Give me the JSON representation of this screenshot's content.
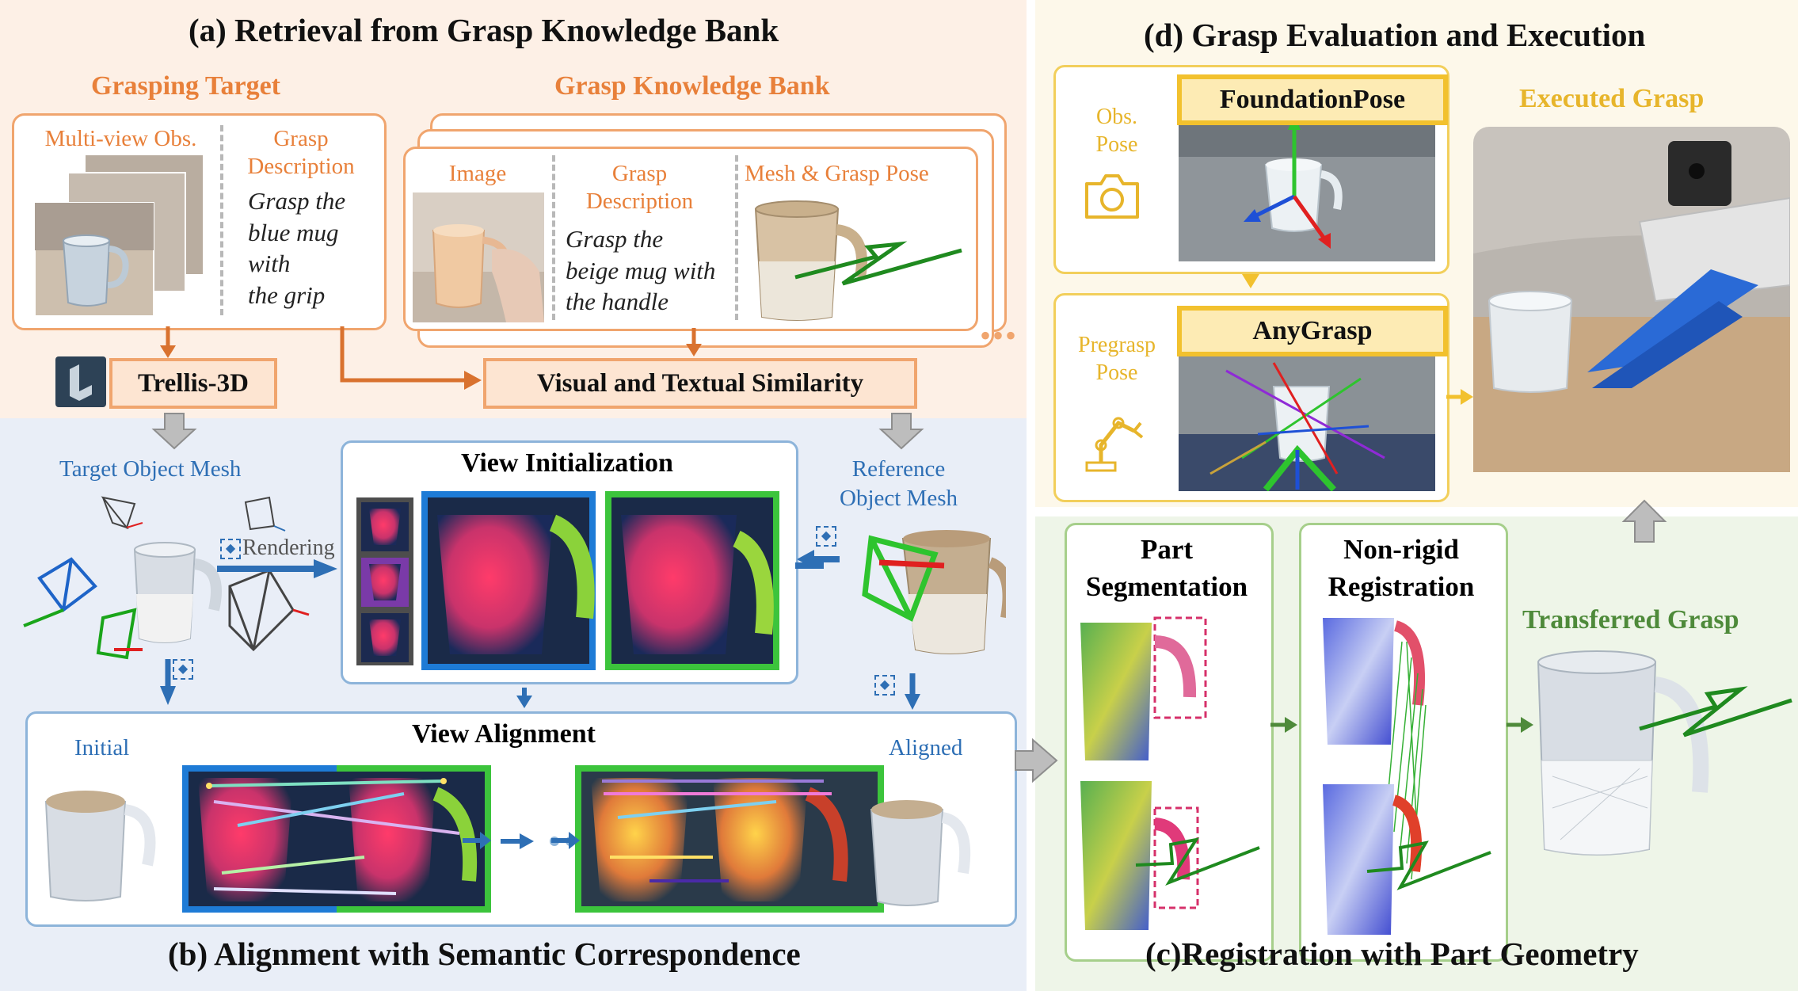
{
  "panel_a": {
    "title": "(a) Retrieval from Grasp Knowledge Bank",
    "grasping_target": "Grasping Target",
    "knowledge_bank": "Grasp Knowledge Bank",
    "multiview_label": "Multi-view Obs.",
    "grasp_desc_label_line1": "Grasp",
    "grasp_desc_label_line2": "Description",
    "target_desc_lines": [
      "Grasp the",
      "blue mug",
      "with",
      "the grip"
    ],
    "image_label": "Image",
    "bank_desc_label_line1": "Grasp",
    "bank_desc_label_line2": "Description",
    "bank_desc_lines": [
      "Grasp the",
      "beige mug with",
      "the handle"
    ],
    "mesh_label": "Mesh & Grasp Pose",
    "trellis": "Trellis-3D",
    "similarity": "Visual and Textual Similarity"
  },
  "panel_b": {
    "title": "(b) Alignment with Semantic Correspondence",
    "target_mesh": "Target Object Mesh",
    "rendering": "Rendering",
    "view_init": "View Initialization",
    "reference_line1": "Reference",
    "reference_line2": "Object Mesh",
    "view_align": "View Alignment",
    "initial": "Initial",
    "aligned": "Aligned"
  },
  "panel_c": {
    "title": "(c)Registration with Part Geometry",
    "part_seg_line1": "Part",
    "part_seg_line2": "Segmentation",
    "nonrigid_line1": "Non-rigid",
    "nonrigid_line2": "Registration",
    "transferred": "Transferred Grasp"
  },
  "panel_d": {
    "title": "(d) Grasp Evaluation and Execution",
    "obs_pose_line1": "Obs.",
    "obs_pose_line2": "Pose",
    "foundationpose": "FoundationPose",
    "pregrasp_line1": "Pregrasp",
    "pregrasp_line2": "Pose",
    "anygrasp": "AnyGrasp",
    "executed": "Executed Grasp"
  },
  "colors": {
    "panel_a_bg": "#fdf0e6",
    "panel_b_bg": "#e9eef7",
    "panel_c_bg": "#eef5e8",
    "panel_d_bg": "#fdf8ea",
    "orange": "#e8803a",
    "blue": "#2e6fb5",
    "gold": "#e7b52b",
    "green": "#4e8a3a"
  },
  "icons": [
    "trellis-logo-icon",
    "camera-icon",
    "robot-arm-icon",
    "cube-icon",
    "camera-frustum-icon"
  ]
}
